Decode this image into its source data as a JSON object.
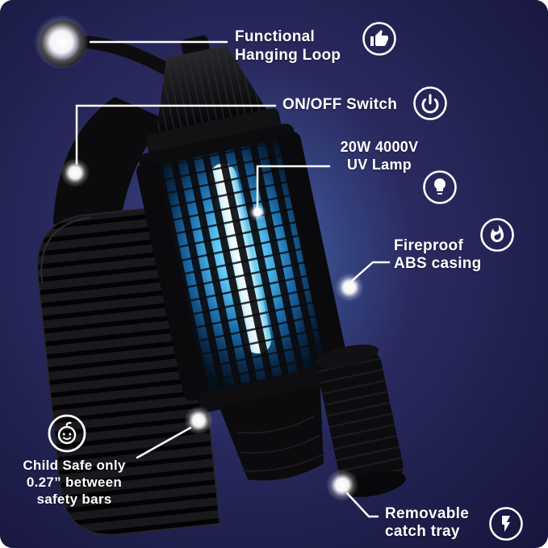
{
  "product": {
    "name": "electric bug zapper infographic"
  },
  "colors": {
    "background_center": "#31316b",
    "background_edge": "#15153a",
    "uv_glow": "#5cc8f5",
    "device_body": "#0b0b0d",
    "text": "#ffffff"
  },
  "callouts": {
    "hanging_loop": {
      "line1": "Functional",
      "line2": "Hanging Loop",
      "icon": "thumbs-up-icon"
    },
    "on_off_switch": {
      "line1": "ON/OFF Switch",
      "icon": "power-icon"
    },
    "uv_lamp": {
      "line1": "20W 4000V",
      "line2": "UV Lamp",
      "icon": "bulb-icon"
    },
    "fireproof": {
      "line1": "Fireproof",
      "line2": "ABS casing",
      "icon": "flame-icon"
    },
    "child_safe": {
      "line1": "Child Safe only",
      "line2": "0.27” between",
      "line3": "safety bars",
      "icon": "baby-icon"
    },
    "catch_tray": {
      "line1": "Removable",
      "line2": "catch tray",
      "icon": "lightning-bolt-icon"
    }
  }
}
